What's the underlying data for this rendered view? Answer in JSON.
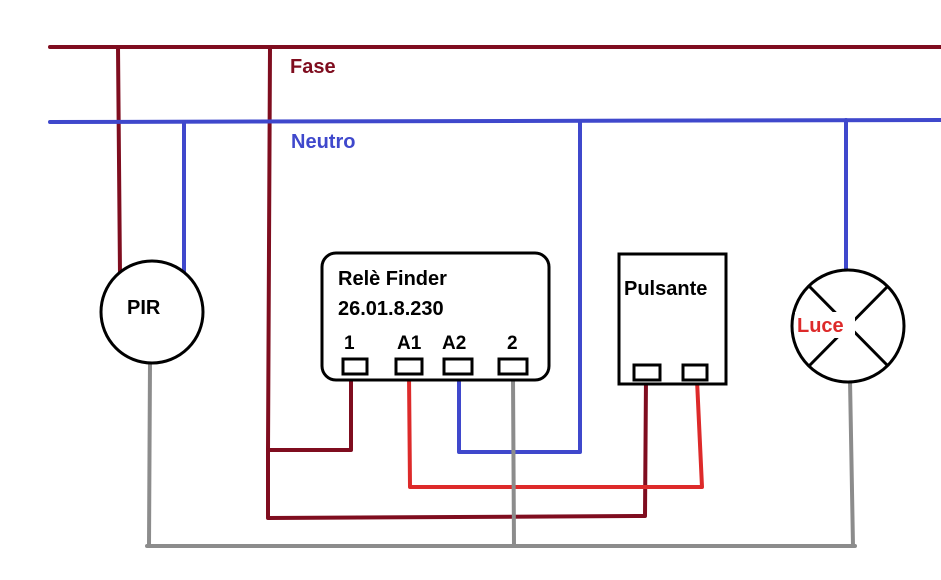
{
  "colors": {
    "fase": "#7f0d1f",
    "neutro": "#3f48cc",
    "signal": "#dd2a2a",
    "return": "#8c8c8c",
    "outline": "#000000",
    "luce_label": "#dd2a2a"
  },
  "lines": {
    "fase_label": "Fase",
    "neutro_label": "Neutro"
  },
  "pir": {
    "label": "PIR"
  },
  "relay": {
    "title": "Relè Finder",
    "model": "26.01.8.230",
    "terminals": [
      "1",
      "A1",
      "A2",
      "2"
    ]
  },
  "pushbutton": {
    "label": "Pulsante"
  },
  "lamp": {
    "label": "Luce"
  }
}
